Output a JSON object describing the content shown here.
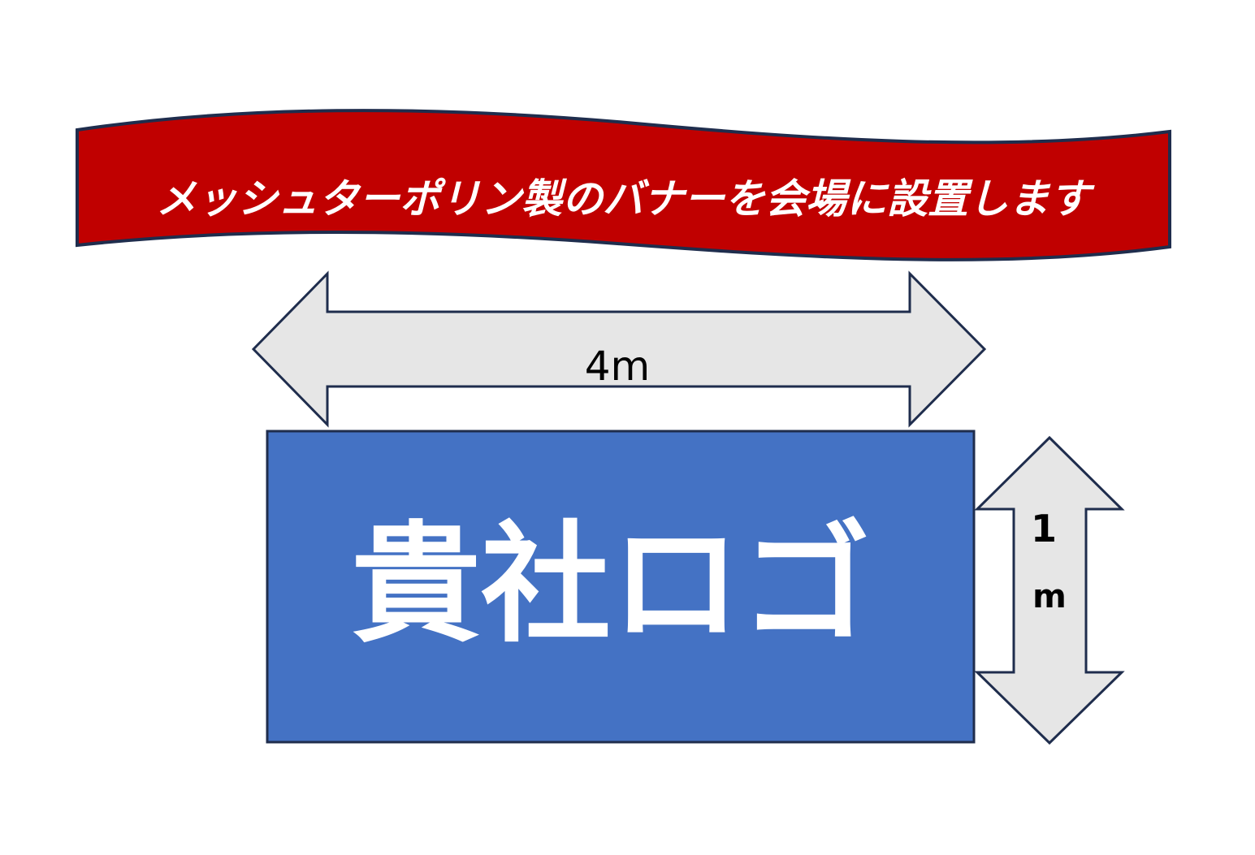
{
  "banner": {
    "text": "メッシュターポリン製のバナーを会場に設置します",
    "fill_color": "#c00000",
    "stroke_color": "#1f2d4d",
    "text_color": "#ffffff"
  },
  "width_arrow": {
    "label": "4m",
    "fill_color": "#e6e6e6",
    "stroke_color": "#1f2d4d"
  },
  "logo_box": {
    "label": "貴社ロゴ",
    "fill_color": "#4472c4",
    "stroke_color": "#1f2d4d",
    "text_color": "#ffffff"
  },
  "height_arrow": {
    "label_line1": "1",
    "label_line2": "m",
    "fill_color": "#e6e6e6",
    "stroke_color": "#1f2d4d"
  }
}
